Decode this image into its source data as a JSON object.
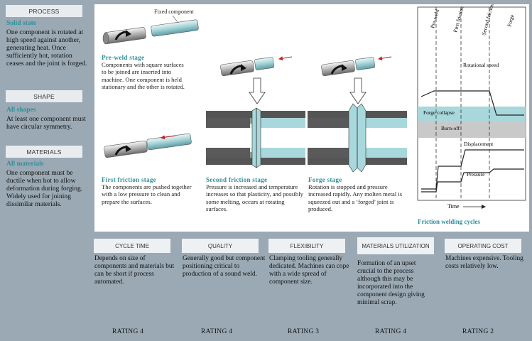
{
  "sidebar": {
    "process_label": "PROCESS",
    "solid_state_heading": "Solid state",
    "solid_state_text": "One component is rotated at high speed against another, generating heat. Once sufficiently hot, rotation ceases and the joint is forged.",
    "shape_label": "SHAPE",
    "shape_heading": "All shapes",
    "shape_text": "At least one component must have circular symmetry.",
    "materials_label": "MATERIALS",
    "materials_heading": "All materials",
    "materials_text": "One component must be ductile when hot to allow deformation during forging. Widely used for joining dissimilar materials."
  },
  "diagram": {
    "fixed_component_label": "Fixed component",
    "stages": [
      {
        "title": "Pre-weld stage",
        "text": "Components with square surfaces to be joined are inserted into machine.  One component is held stationary and the other is rotated."
      },
      {
        "title": "First friction stage",
        "text": "The components are pushed together with a low pressure to clean and prepare the surfaces."
      },
      {
        "title": "Second friction stage",
        "text": "Pressure is increased and temperature increases so that plasticity, and possibly some melting, occurs at rotating surfaces."
      },
      {
        "title": "Forge stage",
        "text": "Rotation is stopped and pressure increased rapidly.  Any molten metal is squeezed out and a ‘forged’ joint is produced."
      }
    ]
  },
  "cycle_chart": {
    "phase_labels": [
      "Pre-weld",
      "First friction",
      "Second friction",
      "Forge"
    ],
    "curve_labels": {
      "rotational_speed": "Rotational speed",
      "forge_collapse": "Forge collapse",
      "burn_off": "Burn-off",
      "displacement": "Displacement",
      "pressure": "Pressure"
    },
    "time_label": "Time",
    "caption": "Friction welding cycles",
    "colors": {
      "band_cyan": "#a8d8dc",
      "band_grey": "#c9c9c9",
      "line": "#222222"
    }
  },
  "bottom": [
    {
      "header": "CYCLE TIME",
      "text": "Depends on size of components and materials but can be short if process automated.",
      "rating": "RATING 4"
    },
    {
      "header": "QUALITY",
      "text": "Generally good but component positioning critical to production of a sound weld.",
      "rating": "RATING 4"
    },
    {
      "header": "FLEXIBILITY",
      "text": "Clamping tooling generally dedicated. Machines can cope with a wide spread of component size.",
      "rating": "RATING 3"
    },
    {
      "header": "MATERIALS UTILIZATION",
      "text": "Formation of an upset crucial to the process although this may be incorporated into the component design giving minimal scrap.",
      "rating": "RATING 4"
    },
    {
      "header": "OPERATING COST",
      "text": "Machines expensive. Tooling costs relatively low.",
      "rating": "RATING 2"
    }
  ]
}
